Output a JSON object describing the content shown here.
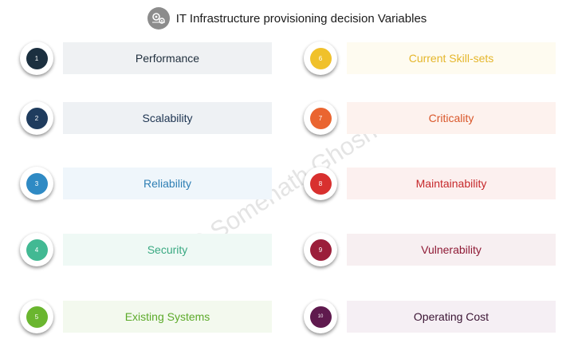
{
  "header": {
    "title": "IT Infrastructure provisioning decision Variables",
    "icon": "gears-icon"
  },
  "watermark": "© Somenath Ghosh",
  "items": [
    {
      "num": "1",
      "label": "Performance",
      "circle_color": "#1b2f3f",
      "box_color": "#eff1f3",
      "text_color": "#1f2e3c"
    },
    {
      "num": "2",
      "label": "Scalability",
      "circle_color": "#1f3c5e",
      "box_color": "#eef1f4",
      "text_color": "#1d3451"
    },
    {
      "num": "3",
      "label": "Reliability",
      "circle_color": "#2f8ac4",
      "box_color": "#eff6fb",
      "text_color": "#2f7fb4"
    },
    {
      "num": "4",
      "label": "Security",
      "circle_color": "#42b993",
      "box_color": "#eff9f5",
      "text_color": "#3aa982"
    },
    {
      "num": "5",
      "label": "Existing Systems",
      "circle_color": "#6ab62f",
      "box_color": "#f3f9ee",
      "text_color": "#5caa2a"
    },
    {
      "num": "6",
      "label": "Current Skill-sets",
      "circle_color": "#f0c12b",
      "box_color": "#fefbf0",
      "text_color": "#e5b62b"
    },
    {
      "num": "7",
      "label": "Criticality",
      "circle_color": "#ea6530",
      "box_color": "#fdf2ee",
      "text_color": "#d9572a"
    },
    {
      "num": "8",
      "label": "Maintainability",
      "circle_color": "#d8302f",
      "box_color": "#fcf0ef",
      "text_color": "#c6282b"
    },
    {
      "num": "9",
      "label": "Vulnerability",
      "circle_color": "#9b1e3a",
      "box_color": "#f7eff1",
      "text_color": "#8f1b36"
    },
    {
      "num": "10",
      "label": "Operating Cost",
      "circle_color": "#5f1a4e",
      "box_color": "#f5eff4",
      "text_color": "#3a1433"
    }
  ]
}
